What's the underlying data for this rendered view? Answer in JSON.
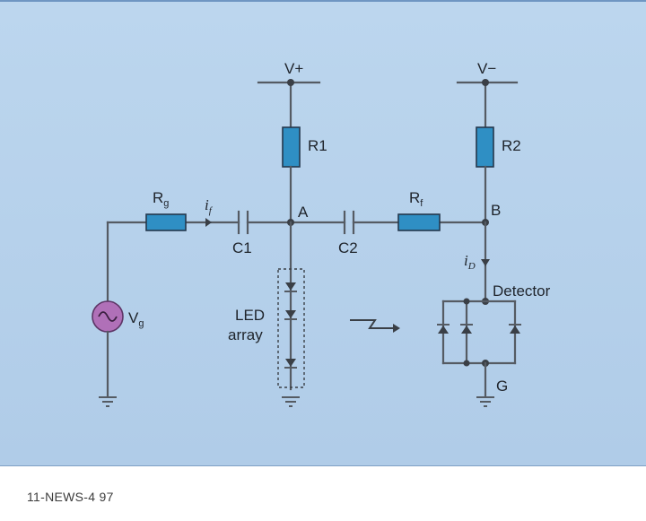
{
  "labels": {
    "v_plus": "V+",
    "v_minus": "V−",
    "r1": "R1",
    "r2": "R2",
    "rg_main": "R",
    "rg_sub": "g",
    "rf_main": "R",
    "rf_sub": "f",
    "if_main": "i",
    "if_sub": "f",
    "id_main": "i",
    "id_sub": "D",
    "c1": "C1",
    "c2": "C2",
    "node_a": "A",
    "node_b": "B",
    "vg_main": "V",
    "vg_sub": "g",
    "led_line1": "LED",
    "led_line2": "array",
    "detector": "Detector",
    "ground_g": "G"
  },
  "caption": "11-NEWS-4 97",
  "colors": {
    "panel": "#b4cfea",
    "resistor": "#2f8fc4",
    "source": "#b070b8",
    "wire": "#555b63"
  }
}
